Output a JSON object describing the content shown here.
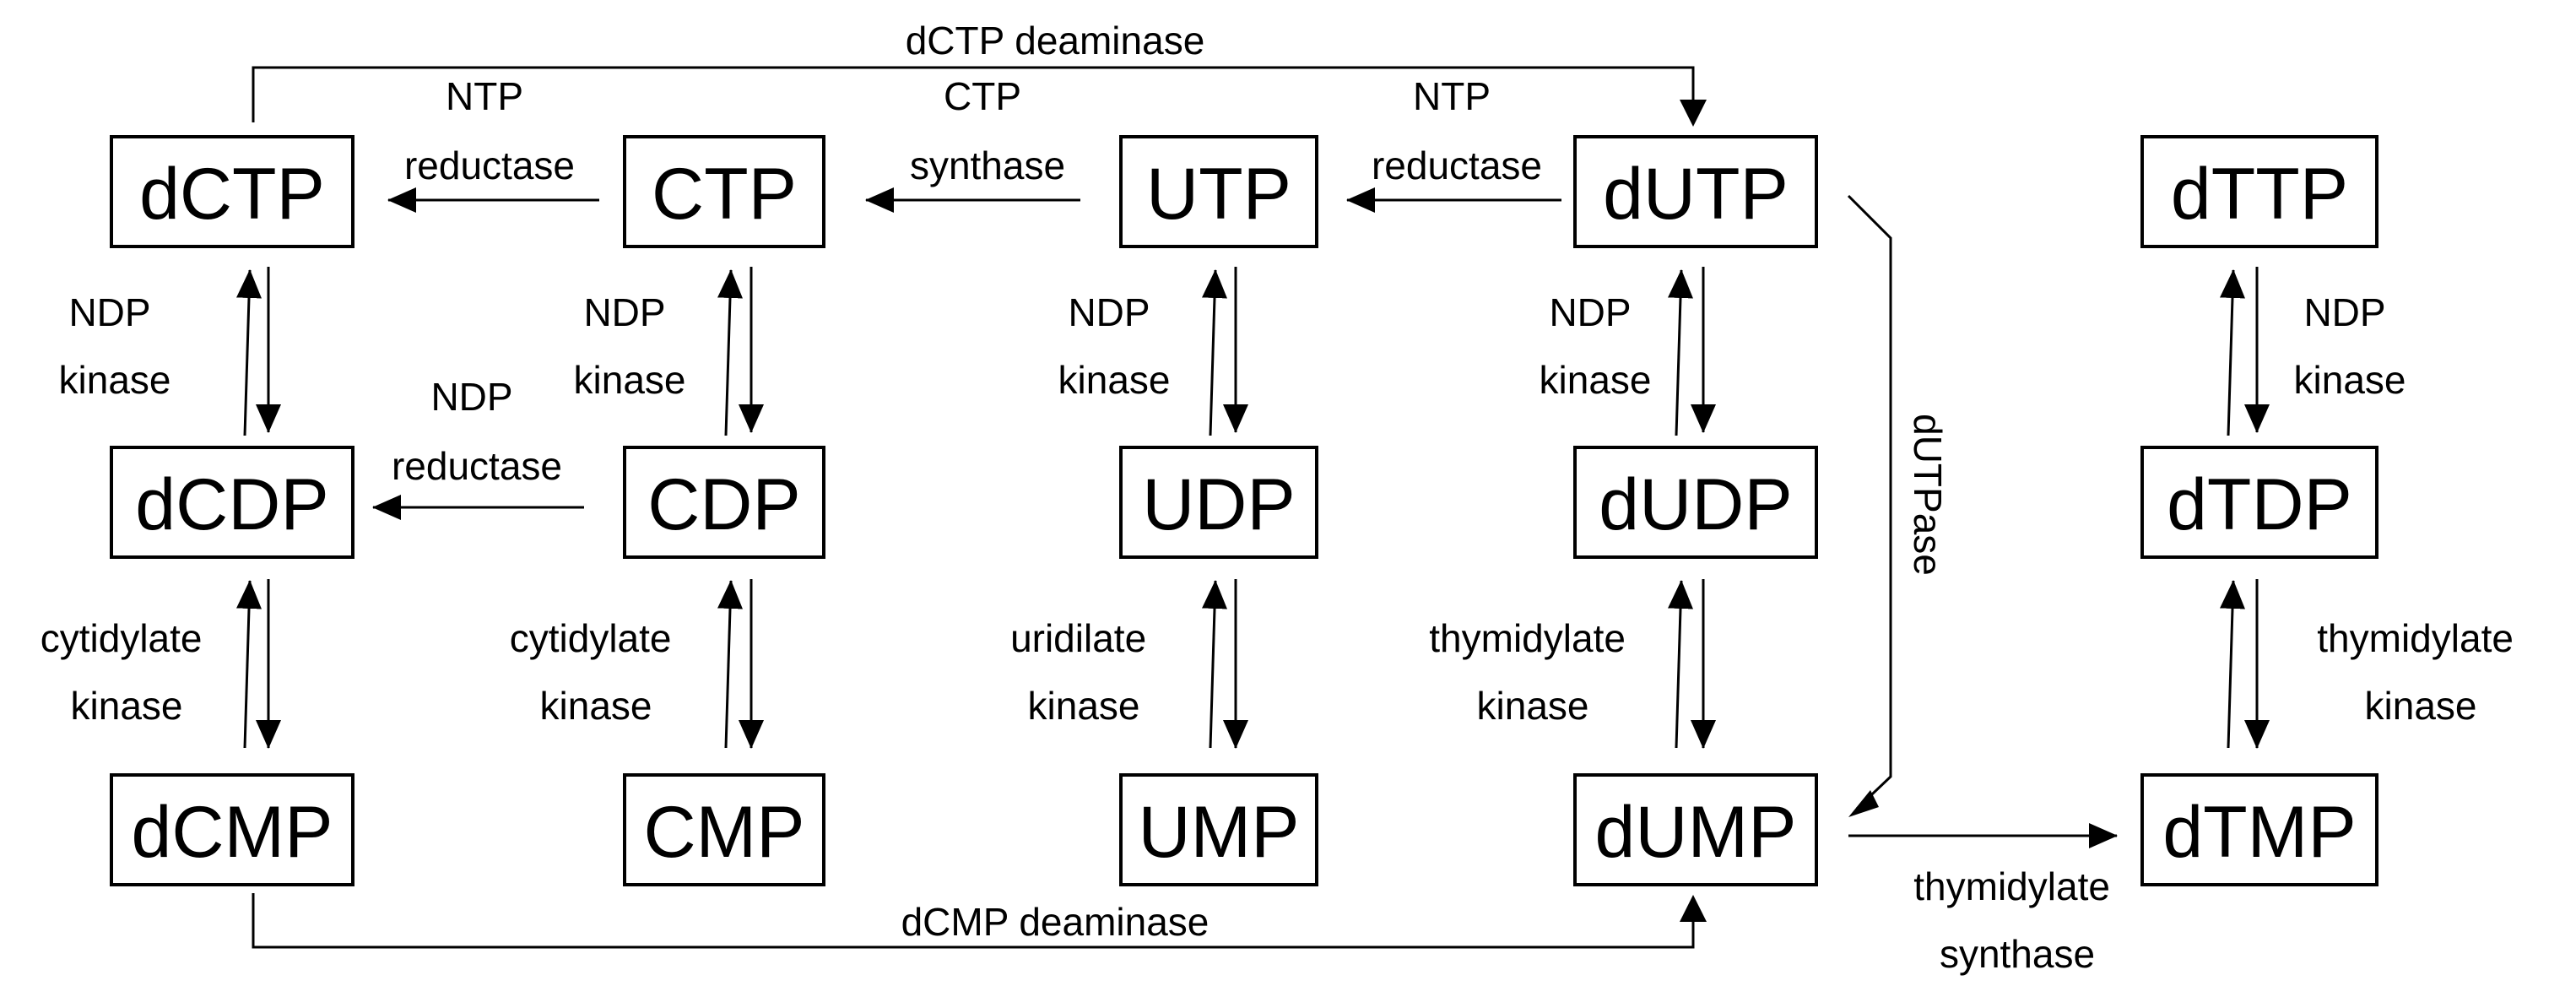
{
  "nodes": {
    "dCTP": "dCTP",
    "CTP": "CTP",
    "UTP": "UTP",
    "dUTP": "dUTP",
    "dTTP": "dTTP",
    "dCDP": "dCDP",
    "CDP": "CDP",
    "UDP": "UDP",
    "dUDP": "dUDP",
    "dTDP": "dTDP",
    "dCMP": "dCMP",
    "CMP": "CMP",
    "UMP": "UMP",
    "dUMP": "dUMP",
    "dTMP": "dTMP"
  },
  "enzymes": {
    "dctp_deaminase": "dCTP deaminase",
    "dcmp_deaminase": "dCMP deaminase",
    "ntp_reductase_1": [
      "NTP",
      "reductase"
    ],
    "ctp_synthase": [
      "CTP",
      "synthase"
    ],
    "ntp_reductase_2": [
      "NTP",
      "reductase"
    ],
    "ndp_reductase": [
      "NDP",
      "reductase"
    ],
    "ndp_kinase_dc": [
      "NDP",
      "kinase"
    ],
    "ndp_kinase_c": [
      "NDP",
      "kinase"
    ],
    "ndp_kinase_u": [
      "NDP",
      "kinase"
    ],
    "ndp_kinase_du": [
      "NDP",
      "kinase"
    ],
    "ndp_kinase_dt": [
      "NDP",
      "kinase"
    ],
    "cytidylate_kinase_dc": [
      "cytidylate",
      "kinase"
    ],
    "cytidylate_kinase_c": [
      "cytidylate",
      "kinase"
    ],
    "uridilate_kinase": [
      "uridilate",
      "kinase"
    ],
    "thymidylate_kinase_du": [
      "thymidylate",
      "kinase"
    ],
    "thymidylate_kinase_dt": [
      "thymidylate",
      "kinase"
    ],
    "dutpase": "dUTPase",
    "thymidylate_synthase": [
      "thymidylate",
      "synthase"
    ]
  }
}
